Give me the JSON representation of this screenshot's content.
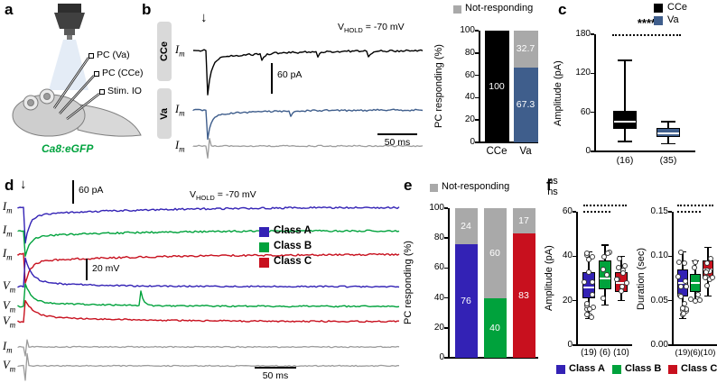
{
  "panel_labels": {
    "a": "a",
    "b": "b",
    "c": "c",
    "d": "d",
    "e": "e",
    "f": "f"
  },
  "icons": {
    "stim_arrow": "↓"
  },
  "colors": {
    "black": "#000000",
    "not_responding_gray": "#a9a9a9",
    "trace_gray": "#9c9c9c",
    "va_blue": "#3f5e8c",
    "class_a_blue": "#3322b5",
    "class_b_green": "#00a23c",
    "class_c_red": "#c8101e",
    "egfp_green": "#00a33e"
  },
  "classes": [
    {
      "label": "Class A",
      "color": "#3322b5"
    },
    {
      "label": "Class B",
      "color": "#00a23c"
    },
    {
      "label": "Class C",
      "color": "#c8101e"
    }
  ],
  "panel_a": {
    "electrode_labels": [
      "PC (Va)",
      "PC (CCe)",
      "Stim. IO"
    ],
    "transgene_label": "Ca8:eGFP"
  },
  "panel_b": {
    "row_labels": [
      "CCe",
      "Va"
    ],
    "trace_labels": [
      {
        "base": "I",
        "sub": "m"
      },
      {
        "base": "I",
        "sub": "m"
      },
      {
        "base": "I",
        "sub": "m"
      }
    ],
    "vhold": {
      "v": "V",
      "sub": "HOLD",
      "rest": " = -70 mV"
    },
    "scale_current": "60 pA",
    "scale_time": "50 ms"
  },
  "panel_d": {
    "trace_labels": [
      {
        "base": "I",
        "sub": "m"
      },
      {
        "base": "I",
        "sub": "m"
      },
      {
        "base": "I",
        "sub": "m"
      },
      {
        "base": "V",
        "sub": "m"
      },
      {
        "base": "V",
        "sub": "m"
      },
      {
        "base": "V",
        "sub": "m"
      },
      {
        "base": "I",
        "sub": "m"
      },
      {
        "base": "V",
        "sub": "m"
      }
    ],
    "vhold": {
      "v": "V",
      "sub": "HOLD",
      "rest": " = -70 mV"
    },
    "scale_current": "60 pA",
    "scale_voltage": "20 mV",
    "scale_time": "50 ms"
  },
  "chart_data": [
    {
      "id": "panel_b_pc_responding",
      "type": "stacked_bar",
      "ylabel": "PC responding (%)",
      "ylim": [
        0,
        100
      ],
      "yticks": [
        0,
        20,
        40,
        60,
        80,
        100
      ],
      "legend_not_responding": "Not-responding",
      "not_responding_color": "#a9a9a9",
      "categories": [
        "CCe",
        "Va"
      ],
      "bars": [
        {
          "category": "CCe",
          "responding": 100,
          "not_responding": 0,
          "responding_label": "100",
          "color": "#000000"
        },
        {
          "category": "Va",
          "responding": 67.3,
          "not_responding": 32.7,
          "responding_label": "67.3",
          "not_responding_label": "32.7",
          "color": "#3f5e8c"
        }
      ]
    },
    {
      "id": "panel_c_amplitude",
      "type": "box",
      "ylabel": "Amplitude (pA)",
      "ylim": [
        0,
        180
      ],
      "yticks": [
        0,
        60,
        120,
        180
      ],
      "significance": "****",
      "legend": [
        {
          "label": "CCe",
          "color": "#000000"
        },
        {
          "label": "Va",
          "color": "#3f5e8c"
        }
      ],
      "boxes": [
        {
          "group": "CCe",
          "n_label": "(16)",
          "color": "#000000",
          "whisker_min": 15,
          "q1": 35,
          "median": 46,
          "q3": 62,
          "whisker_max": 140
        },
        {
          "group": "Va",
          "n_label": "(35)",
          "color": "#3f5e8c",
          "whisker_min": 12,
          "q1": 22,
          "median": 28,
          "q3": 36,
          "whisker_max": 46
        }
      ]
    },
    {
      "id": "panel_e_pc_responding",
      "type": "stacked_bar",
      "ylabel": "PC responding (%)",
      "ylim": [
        0,
        100
      ],
      "yticks": [
        0,
        20,
        40,
        60,
        80,
        100
      ],
      "legend_not_responding": "Not-responding",
      "not_responding_color": "#a9a9a9",
      "categories": [
        "Class A",
        "Class B",
        "Class C"
      ],
      "bars": [
        {
          "category": "",
          "class": "Class A",
          "responding": 76,
          "not_responding": 24,
          "responding_label": "76",
          "not_responding_label": "24",
          "color": "#3322b5"
        },
        {
          "category": "",
          "class": "Class B",
          "responding": 40,
          "not_responding": 60,
          "responding_label": "40",
          "not_responding_label": "60",
          "color": "#00a23c"
        },
        {
          "category": "",
          "class": "Class C",
          "responding": 83,
          "not_responding": 17,
          "responding_label": "83",
          "not_responding_label": "17",
          "color": "#c8101e"
        }
      ]
    },
    {
      "id": "panel_f_amplitude",
      "type": "box",
      "ylabel": "Amplitude (pA)",
      "ylim": [
        0,
        60
      ],
      "yticks": [
        0,
        20,
        40,
        60
      ],
      "significance": "ns",
      "boxes": [
        {
          "group": "Class A",
          "n_label": "(19)",
          "color": "#3322b5",
          "whisker_min": 12,
          "q1": 21,
          "median": 26,
          "q3": 33,
          "whisker_max": 42
        },
        {
          "group": "Class B",
          "n_label": "(6)",
          "color": "#00a23c",
          "whisker_min": 18,
          "q1": 25,
          "median": 30,
          "q3": 38,
          "whisker_max": 45
        },
        {
          "group": "Class C",
          "n_label": "(10)",
          "color": "#c8101e",
          "whisker_min": 20,
          "q1": 24,
          "median": 28,
          "q3": 33,
          "whisker_max": 40
        }
      ]
    },
    {
      "id": "panel_f_duration",
      "type": "box",
      "ylabel": "Duration (sec)",
      "ylim": [
        0,
        0.15
      ],
      "yticks": [
        "0.00",
        "0.05",
        "0.10",
        "0.15"
      ],
      "significance": "ns",
      "boxes": [
        {
          "group": "Class A",
          "n_label": "(19)",
          "color": "#3322b5",
          "whisker_min": 0.03,
          "q1": 0.055,
          "median": 0.07,
          "q3": 0.085,
          "whisker_max": 0.105
        },
        {
          "group": "Class B",
          "n_label": "(6)",
          "color": "#00a23c",
          "whisker_min": 0.05,
          "q1": 0.06,
          "median": 0.07,
          "q3": 0.08,
          "whisker_max": 0.095
        },
        {
          "group": "Class C",
          "n_label": "(10)",
          "color": "#c8101e",
          "whisker_min": 0.055,
          "q1": 0.075,
          "median": 0.085,
          "q3": 0.095,
          "whisker_max": 0.11
        }
      ]
    }
  ]
}
